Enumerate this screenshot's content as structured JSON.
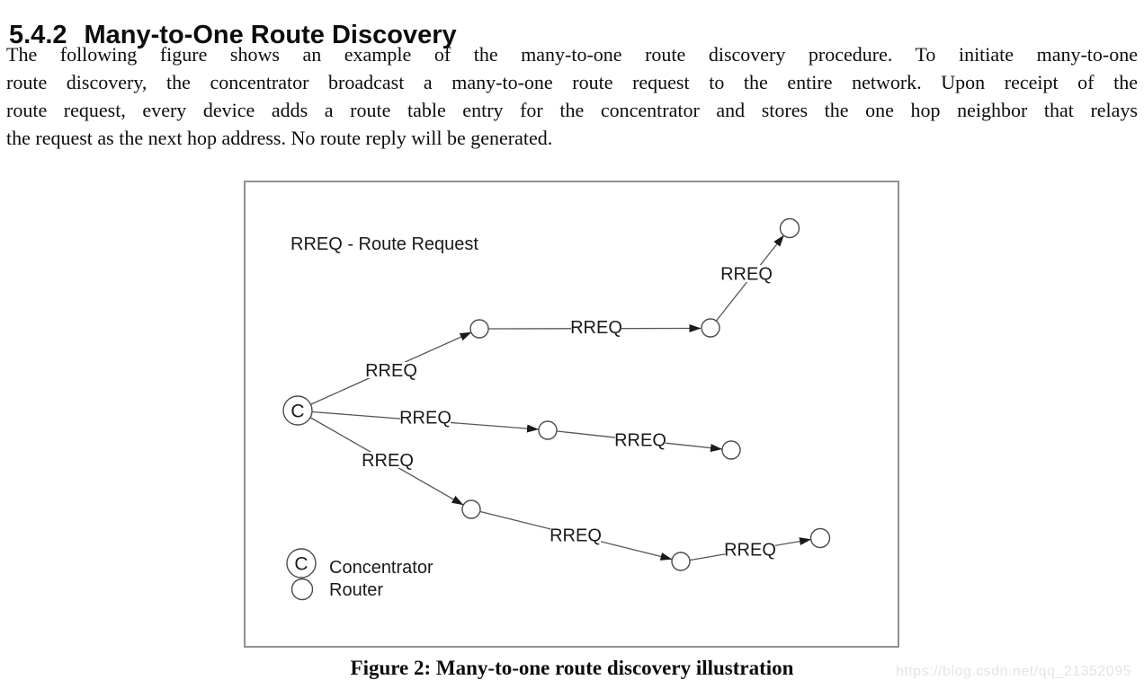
{
  "heading": {
    "number": "5.4.2",
    "title": "Many-to-One Route Discovery"
  },
  "paragraph": {
    "lines": [
      "The following figure shows an example of the many-to-one route discovery procedure. To initiate many-to-one",
      "route discovery, the concentrator broadcast a many-to-one route request to the entire network.  Upon receipt of the",
      "route request, every device adds a route table entry for the concentrator and stores the one hop neighbor that relays",
      "the request as the next hop address. No route reply will be generated."
    ],
    "full_text": "The following figure shows an example of the many-to-one route discovery procedure. To initiate many-to-one route discovery, the concentrator broadcast a many-to-one route request to the entire network.  Upon receipt of the route request, every device adds a route table entry for the concentrator and stores the one hop neighbor that relays the request as the next hop address. No route reply will be generated."
  },
  "figure": {
    "note": "RREQ - Route Request",
    "edge_label": "RREQ",
    "concentrator_symbol": "C",
    "legend": {
      "concentrator": "Concentrator",
      "router": "Router"
    },
    "caption": "Figure 2: Many-to-one route discovery illustration"
  },
  "diagram": {
    "type": "network-diagram",
    "nodes": [
      {
        "id": "C",
        "type": "concentrator",
        "label": "C"
      },
      {
        "id": "R1",
        "type": "router"
      },
      {
        "id": "R2",
        "type": "router"
      },
      {
        "id": "R3",
        "type": "router"
      },
      {
        "id": "R4",
        "type": "router"
      },
      {
        "id": "R5",
        "type": "router"
      },
      {
        "id": "R6",
        "type": "router"
      },
      {
        "id": "R7",
        "type": "router"
      },
      {
        "id": "R8",
        "type": "router"
      }
    ],
    "edges": [
      {
        "from": "C",
        "to": "R1",
        "label": "RREQ"
      },
      {
        "from": "R1",
        "to": "R2",
        "label": "RREQ"
      },
      {
        "from": "R2",
        "to": "R3",
        "label": "RREQ"
      },
      {
        "from": "C",
        "to": "R4",
        "label": "RREQ"
      },
      {
        "from": "R4",
        "to": "R5",
        "label": "RREQ"
      },
      {
        "from": "C",
        "to": "R6",
        "label": "RREQ"
      },
      {
        "from": "R6",
        "to": "R7",
        "label": "RREQ"
      },
      {
        "from": "R7",
        "to": "R8",
        "label": "RREQ"
      }
    ]
  },
  "watermark": "https://blog.csdn.net/qq_21352095",
  "colors": {
    "text": "#0d0d0d",
    "figure_border": "#919191",
    "diagram_line": "#555555",
    "arrowhead": "#1a1a1a",
    "watermark": "#e4e4e4",
    "background": "#ffffff"
  }
}
